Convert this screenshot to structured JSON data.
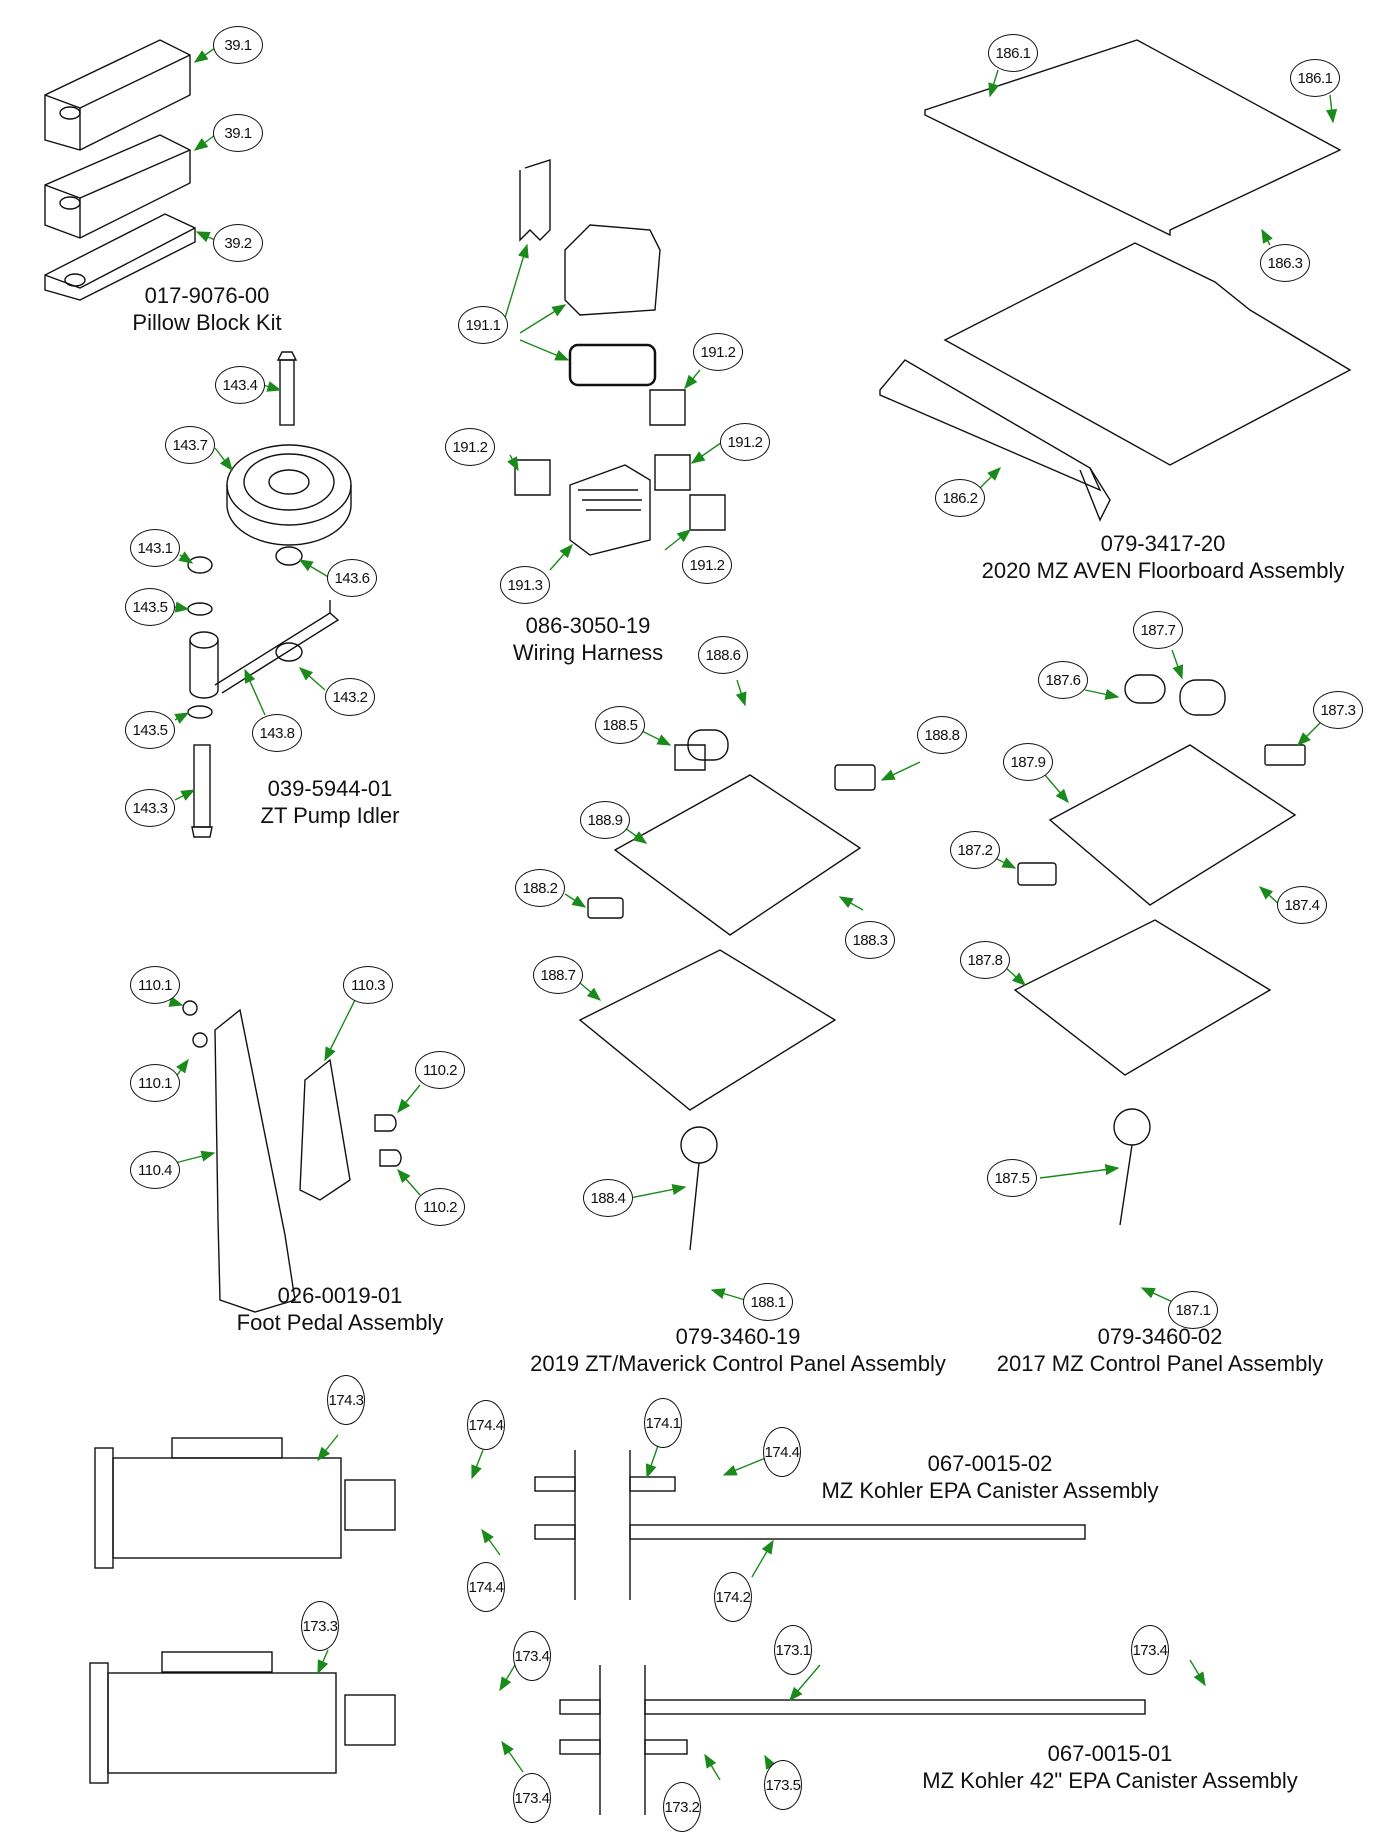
{
  "assemblies": [
    {
      "id": "pillow-block",
      "part_number": "017-9076-00",
      "name": "Pillow Block Kit",
      "callouts": [
        "39.1",
        "39.1",
        "39.2"
      ]
    },
    {
      "id": "pump-idler",
      "part_number": "039-5944-01",
      "name": "ZT Pump Idler",
      "callouts": [
        "143.4",
        "143.7",
        "143.1",
        "143.6",
        "143.5",
        "143.2",
        "143.5",
        "143.8",
        "143.3"
      ]
    },
    {
      "id": "wiring-harness",
      "part_number": "086-3050-19",
      "name": "Wiring Harness",
      "callouts": [
        "191.1",
        "191.2",
        "191.2",
        "191.2",
        "191.2",
        "191.3"
      ]
    },
    {
      "id": "floorboard",
      "part_number": "079-3417-20",
      "name": "2020 MZ AVEN Floorboard Assembly",
      "callouts": [
        "186.1",
        "186.1",
        "186.3",
        "186.2"
      ]
    },
    {
      "id": "foot-pedal",
      "part_number": "026-0019-01",
      "name": "Foot Pedal Assembly",
      "callouts": [
        "110.1",
        "110.3",
        "110.1",
        "110.2",
        "110.4",
        "110.2"
      ]
    },
    {
      "id": "control-panel-2019",
      "part_number": "079-3460-19",
      "name": "2019 ZT/Maverick Control Panel Assembly",
      "callouts": [
        "188.6",
        "188.5",
        "188.8",
        "188.9",
        "188.2",
        "188.3",
        "188.7",
        "188.4",
        "188.1"
      ]
    },
    {
      "id": "control-panel-2017",
      "part_number": "079-3460-02",
      "name": "2017 MZ Control Panel Assembly",
      "callouts": [
        "187.7",
        "187.6",
        "187.3",
        "187.9",
        "187.2",
        "187.4",
        "187.8",
        "187.5",
        "187.1"
      ]
    },
    {
      "id": "canister-02",
      "part_number": "067-0015-02",
      "name": "MZ Kohler EPA Canister Assembly",
      "callouts": [
        "174.3",
        "174.4",
        "174.1",
        "174.4",
        "174.4",
        "174.2"
      ]
    },
    {
      "id": "canister-01",
      "part_number": "067-0015-01",
      "name": "MZ Kohler 42\" EPA Canister Assembly",
      "callouts": [
        "173.3",
        "173.4",
        "173.1",
        "173.4",
        "173.4",
        "173.2",
        "173.5"
      ]
    }
  ],
  "colors": {
    "leader": "#1a8a1a",
    "axis": "#6a6aff",
    "line": "#111111"
  }
}
